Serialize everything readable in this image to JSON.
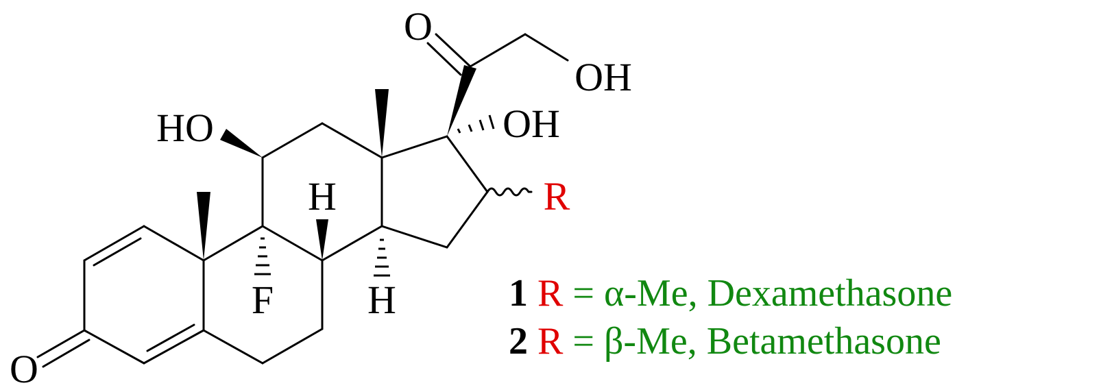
{
  "labels": {
    "o_ketone": "O",
    "o_side": "O",
    "oh_side": "OH",
    "oh_c17": "OH",
    "ho_c11": "HO",
    "h_c8": "H",
    "h_c14": "H",
    "f_c9": "F",
    "r_c16": "R"
  },
  "caption": [
    {
      "num": "1",
      "r": "R",
      "eq": " = α-Me, Dexamethasone"
    },
    {
      "num": "2",
      "r": "R",
      "eq": " = β-Me, Betamethasone"
    }
  ],
  "colors": {
    "black": "#000000",
    "red": "#e00000",
    "green": "#118811"
  }
}
